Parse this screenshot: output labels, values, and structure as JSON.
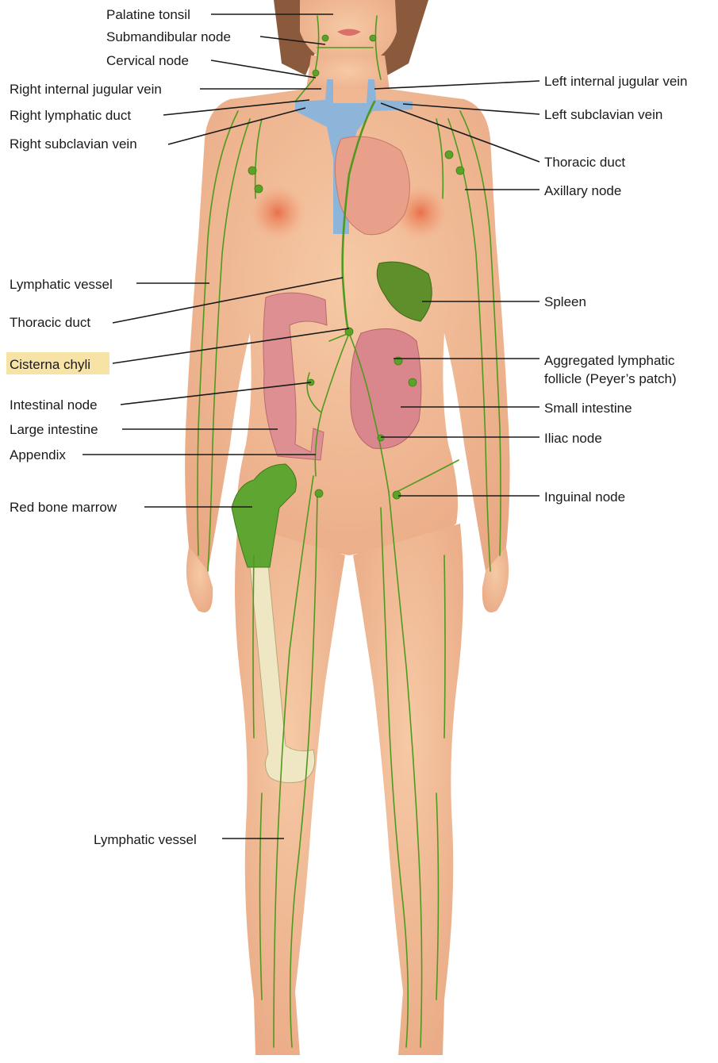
{
  "labels": {
    "palatine_tonsil": "Palatine tonsil",
    "submandibular_node": "Submandibular node",
    "cervical_node": "Cervical node",
    "right_internal_jugular_vein": "Right internal jugular vein",
    "right_lymphatic_duct": "Right lymphatic duct",
    "right_subclavian_vein": "Right subclavian vein",
    "left_internal_jugular_vein": "Left internal jugular vein",
    "left_subclavian_vein": "Left subclavian vein",
    "thoracic_duct_right": "Thoracic duct",
    "axillary_node": "Axillary node",
    "lymphatic_vessel_arm": "Lymphatic vessel",
    "thoracic_duct_left": "Thoracic duct",
    "cisterna_chyli": "Cisterna chyli",
    "intestinal_node": "Intestinal node",
    "large_intestine": "Large intestine",
    "appendix": "Appendix",
    "red_bone_marrow": "Red bone marrow",
    "spleen": "Spleen",
    "aggregated_follicle_line1": "Aggregated lymphatic",
    "aggregated_follicle_line2": "follicle (Peyer’s patch)",
    "small_intestine": "Small intestine",
    "iliac_node": "Iliac node",
    "inguinal_node": "Inguinal node",
    "lymphatic_vessel_leg": "Lymphatic vessel"
  },
  "colors": {
    "skin": "#f3bf98",
    "skin_shadow": "#e8a57c",
    "hair": "#8b5a3c",
    "lymph": "#4f9a1e",
    "vein": "#8db4d9",
    "heart": "#e9a08a",
    "intestine": "#dd8f92",
    "spleen": "#5f8f2a",
    "bone": "#efe6c4",
    "marrow": "#5fa531",
    "highlight": "#f8e3a6"
  }
}
